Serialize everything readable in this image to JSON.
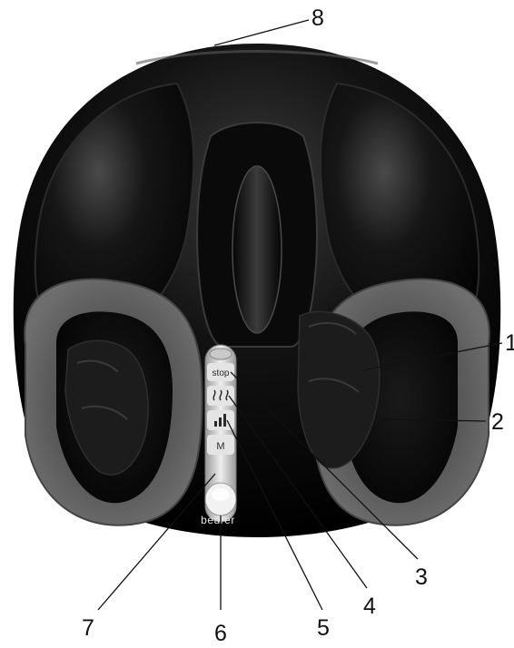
{
  "callouts": {
    "c1": "1",
    "c2": "2",
    "c3": "3",
    "c4": "4",
    "c5": "5",
    "c6": "6",
    "c7": "7",
    "c8": "8"
  },
  "control_panel": {
    "stop_label": "stop",
    "mode_label": "M",
    "heat_icon": "heat-waves-icon",
    "intensity_icon": "intensity-bars-icon"
  },
  "brand": {
    "logo_text": "beurer"
  },
  "colors": {
    "housing": "#0b0b0b",
    "cushion": "#5a5a5a",
    "panel": "#d9d9d9",
    "callout_line": "#111111"
  }
}
